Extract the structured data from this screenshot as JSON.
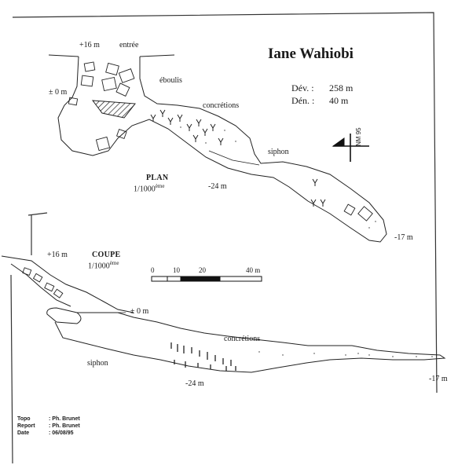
{
  "title": "Iane Wahiobi",
  "stats": {
    "dev_label": "Dév. :",
    "dev_value": "258 m",
    "den_label": "Dén. :",
    "den_value": "40 m"
  },
  "plan": {
    "heading": "PLAN",
    "scale_main": "1/1000",
    "scale_sup": "ème",
    "labels": {
      "plus16": "+16 m",
      "entree": "entrée",
      "eboulis": "éboulis",
      "zero": "± 0 m",
      "concretions": "concrétions",
      "siphon": "siphon",
      "minus24": "-24 m",
      "minus17": "-17 m"
    }
  },
  "north": {
    "label": "NM",
    "declination": "95"
  },
  "coupe": {
    "heading": "COUPE",
    "scale_main": "1/1000",
    "scale_sup": "ème",
    "labels": {
      "plus16": "+16 m",
      "zero": "± 0 m",
      "concretions": "concrétions",
      "siphon": "siphon",
      "minus24": "-24 m",
      "minus17": "-17 m"
    }
  },
  "scale_bar": {
    "ticks": [
      "0",
      "10",
      "20",
      "40 m"
    ]
  },
  "credits": {
    "topo_label": "Topo",
    "topo_value": ": Ph. Brunet",
    "report_label": "Report",
    "report_value": ": Ph. Brunet",
    "date_label": "Date",
    "date_value": ": 06/08/95"
  }
}
